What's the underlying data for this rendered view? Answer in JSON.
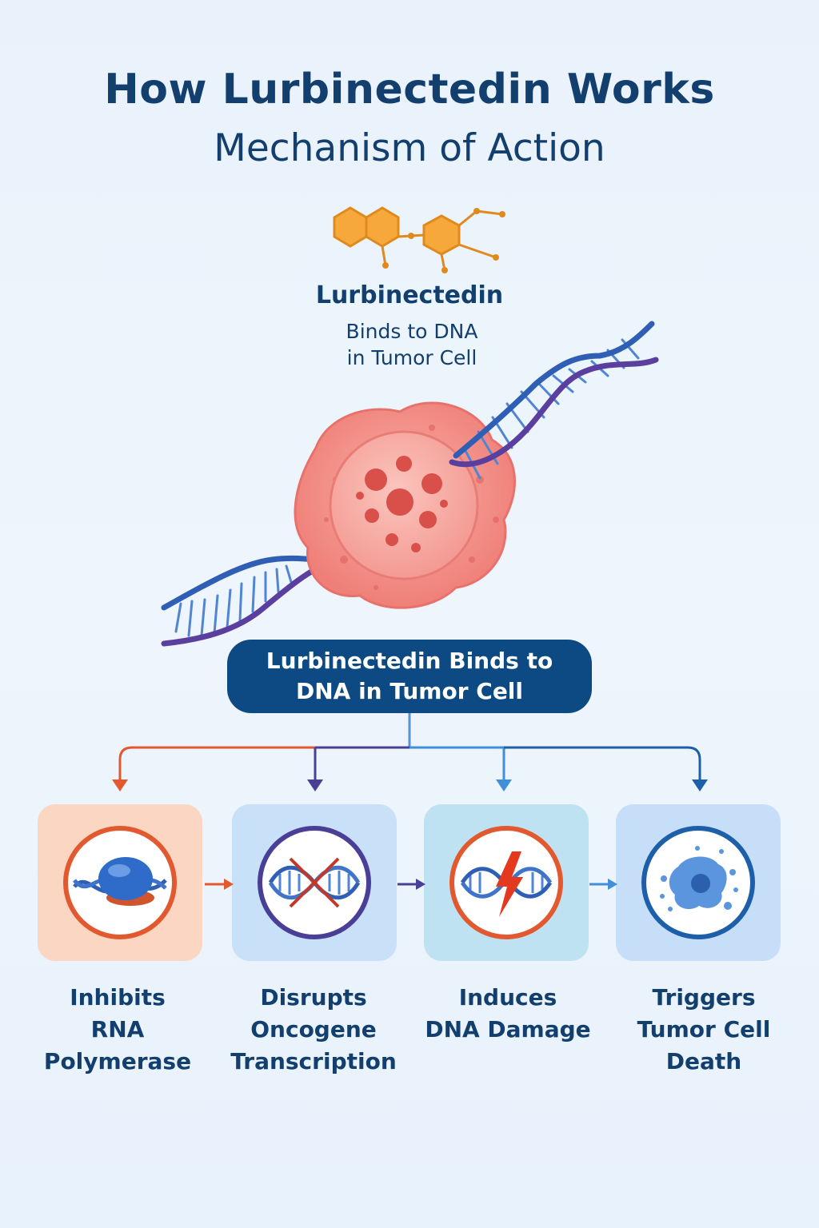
{
  "header": {
    "title": "How Lurbinectedin Works",
    "subtitle": "Mechanism of Action"
  },
  "drug": {
    "name": "Lurbinectedin",
    "description_lines": [
      "Binds to DNA",
      "in Tumor Cell"
    ]
  },
  "main_box": {
    "lines": [
      "Lurbinectedin Binds to",
      "DNA in Tumor Cell"
    ]
  },
  "steps": [
    {
      "lines": [
        "Inhibits",
        "RNA",
        "Polymerase"
      ],
      "icon": "rna-polymerase-icon",
      "tile_color": "#fbd6c2",
      "accent": "#e2582f"
    },
    {
      "lines": [
        "Disrupts",
        "Oncogene",
        "Transcription"
      ],
      "icon": "crossed-dna-icon",
      "tile_color": "#c8e0f8",
      "accent": "#4a3f97"
    },
    {
      "lines": [
        "Induces",
        "DNA Damage"
      ],
      "icon": "damaged-dna-icon",
      "tile_color": "#bfe2f2",
      "accent": "#e2582f"
    },
    {
      "lines": [
        "Triggers",
        "Tumor Cell",
        "Death"
      ],
      "icon": "dying-cell-icon",
      "tile_color": "#c6def8",
      "accent": "#1d5fa8"
    }
  ],
  "colors": {
    "title": "#123f6e",
    "box": "#0d4a84",
    "molecule": "#f0a030",
    "cell": "#f08a86",
    "dna": "#3f74c9"
  }
}
